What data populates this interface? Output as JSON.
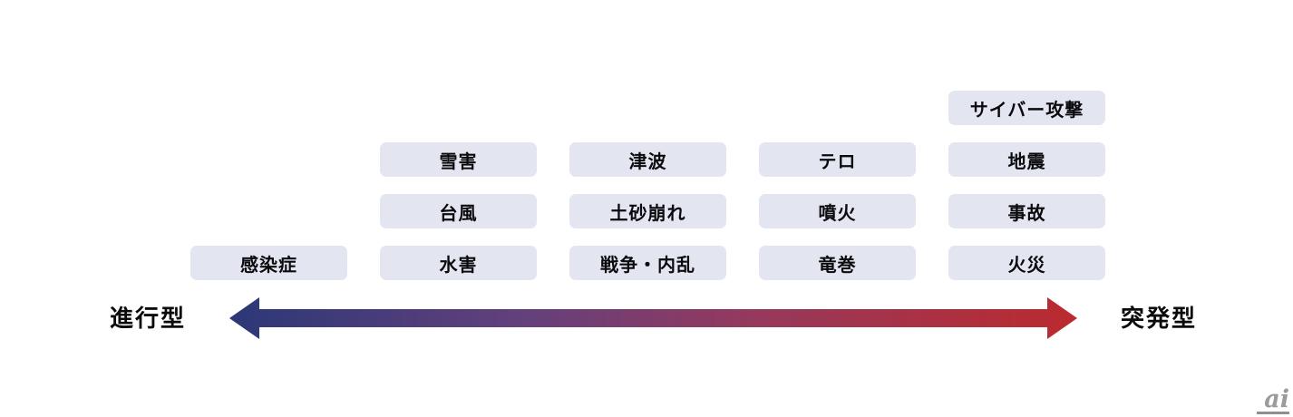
{
  "diagram": {
    "description_axis": {
      "left_label": "進行型",
      "right_label": "突発型"
    },
    "colors": {
      "box_background": "#e3e6f1",
      "arrow_left": "#2c3877",
      "arrow_mid": "#7c3d6c",
      "arrow_right": "#bb2a2e",
      "text": "#0b0b0e"
    },
    "items": [
      {
        "label": "サイバー攻撃",
        "column": 5,
        "row": 1
      },
      {
        "label": "雪害",
        "column": 2,
        "row": 2
      },
      {
        "label": "津波",
        "column": 3,
        "row": 2
      },
      {
        "label": "テロ",
        "column": 4,
        "row": 2
      },
      {
        "label": "地震",
        "column": 5,
        "row": 2
      },
      {
        "label": "台風",
        "column": 2,
        "row": 3
      },
      {
        "label": "土砂崩れ",
        "column": 3,
        "row": 3
      },
      {
        "label": "噴火",
        "column": 4,
        "row": 3
      },
      {
        "label": "事故",
        "column": 5,
        "row": 3
      },
      {
        "label": "感染症",
        "column": 1,
        "row": 4
      },
      {
        "label": "水害",
        "column": 2,
        "row": 4
      },
      {
        "label": "戦争・内乱",
        "column": 3,
        "row": 4
      },
      {
        "label": "竜巻",
        "column": 4,
        "row": 4
      },
      {
        "label": "火災",
        "column": 5,
        "row": 4
      }
    ]
  },
  "footer": {
    "logo_text": "ai"
  }
}
